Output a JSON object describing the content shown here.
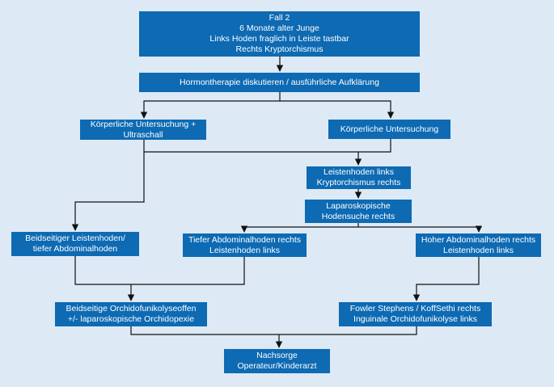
{
  "nodes": {
    "case": [
      "Fall 2",
      "6 Monate alter Junge",
      "Links Hoden fraglich in Leiste tastbar",
      "Rechts Kryptorchismus"
    ],
    "hormone": [
      "Hormontherapie diskutieren / ausführliche Aufklärung"
    ],
    "exam_ultrasound": [
      "Körperliche Untersuchung +",
      "Ultraschall"
    ],
    "exam": [
      "Körperliche Untersuchung"
    ],
    "inguinal_left": [
      "Leistenhoden links",
      "Kryptorchismus rechts"
    ],
    "laparoscopic": [
      "Laparoskopische",
      "Hodensuche rechts"
    ],
    "bilateral_inguinal": [
      "Beidseitiger Leistenhoden/",
      "tiefer Abdominalhoden"
    ],
    "deep_abdominal": [
      "Tiefer Abdominalhoden rechts",
      "Leistenhoden links"
    ],
    "high_abdominal": [
      "Hoher Abdominalhoden rechts",
      "Leistenhoden links"
    ],
    "orchidofunicolysis": [
      "Beidseitige Orchidofunikolyseoffen",
      "+/- laparoskopische Orchidopexie"
    ],
    "fowler": [
      "Fowler Stephens / KoffSethi rechts",
      "Inguinale Orchidofunikolyse links"
    ],
    "aftercare": [
      "Nachsorge",
      "Operateur/Kinderarzt"
    ]
  }
}
